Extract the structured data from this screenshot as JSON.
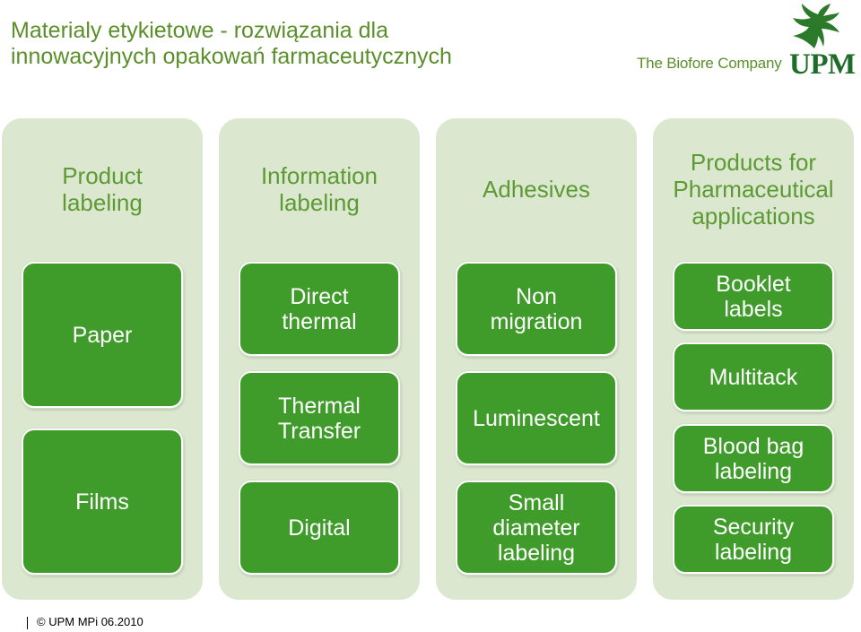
{
  "title": {
    "line1": "Materialy etykietowe - rozwiązania dla",
    "line2": "innowacyjnych opakowań farmaceutycznych"
  },
  "logo": {
    "tagline": "The Biofore Company",
    "brand": "UPM",
    "icon": "griffin-icon"
  },
  "columns": [
    {
      "header": [
        "Product",
        "labeling"
      ],
      "items": [
        {
          "lines": [
            "Paper"
          ]
        },
        {
          "lines": [
            "Films"
          ]
        }
      ]
    },
    {
      "header": [
        "Information",
        "labeling"
      ],
      "items": [
        {
          "lines": [
            "Direct",
            "thermal"
          ]
        },
        {
          "lines": [
            "Thermal",
            "Transfer"
          ]
        },
        {
          "lines": [
            "Digital"
          ]
        }
      ]
    },
    {
      "header": [
        "Adhesives"
      ],
      "items": [
        {
          "lines": [
            "Non",
            "migration"
          ]
        },
        {
          "lines": [
            "Luminescent"
          ]
        },
        {
          "lines": [
            "Small",
            "diameter",
            "labeling"
          ]
        }
      ]
    },
    {
      "header": [
        "Products for",
        "Pharmaceutical",
        "applications"
      ],
      "items": [
        {
          "lines": [
            "Booklet",
            "labels"
          ]
        },
        {
          "lines": [
            "Multitack"
          ]
        },
        {
          "lines": [
            "Blood bag",
            "labeling"
          ]
        },
        {
          "lines": [
            "Security",
            "labeling"
          ]
        }
      ]
    }
  ],
  "footer": "© UPM  MPi 06.2010",
  "colors": {
    "green_dark": "#3f9b2a",
    "green_text": "#5c9a34",
    "panel": "#dbe7cf",
    "brand": "#1f6b2a"
  }
}
